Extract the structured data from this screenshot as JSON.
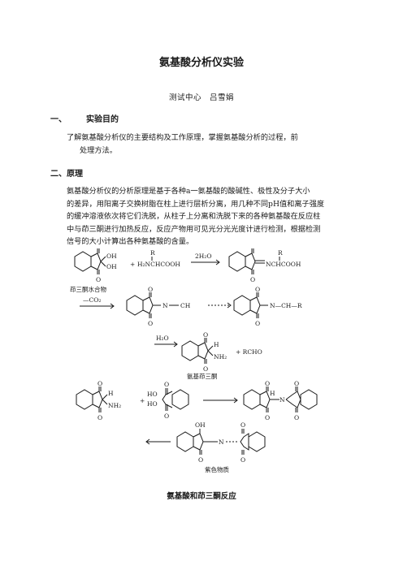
{
  "document": {
    "title": "氨基酸分析仪实验",
    "author": "测试中心　吕雪娟",
    "section1": {
      "number": "一、",
      "heading": "实验目的",
      "lines": [
        "了解氨基酸分析仪的主要结构及工作原理，掌握氨基酸分析的过程，前",
        "处理方法。"
      ]
    },
    "section2": {
      "heading": "二、原理",
      "lines": [
        "氨基酸分析仪的分析原理是基于各种a一氨基酸的酸碱性、极性及分子大小",
        "的差异，用阳离子交换树脂在柱上进行层析分离，用几种不同pH值和离子强度",
        "的缓冲溶液依次将它们洗脱，从柱子上分离和洗脱下来的各种氨基酸在反应柱",
        "中与茚三酮进行加热反应，反应产物用可见光分光光度计进行检测，根据检测",
        "信号的大小计算出各种氨基酸的含量。"
      ]
    },
    "figure": {
      "caption": "氨基酸和茚三酮反应",
      "labels": {
        "reagent_R": "R",
        "plus": "+",
        "amino_acid": "H₂NCHCOOH",
        "water_arrow": "2H₂O",
        "ninhydrin_hydrate": "茚三酮水合物",
        "product1_tail": "NCHCOOH",
        "oh": "OH",
        "o": "O",
        "co2_arrow": "—CO₂",
        "n_ch_r": "N—CH—R",
        "n_link": "N",
        "ch2": "CH",
        "h2o_arrow": "H₂O",
        "h": "H",
        "nh2": "NH₂",
        "rcho": "+ RCHO",
        "aminoindanone": "氨基茚三酮",
        "ho": "HO",
        "purple": "紫色物质"
      }
    }
  }
}
